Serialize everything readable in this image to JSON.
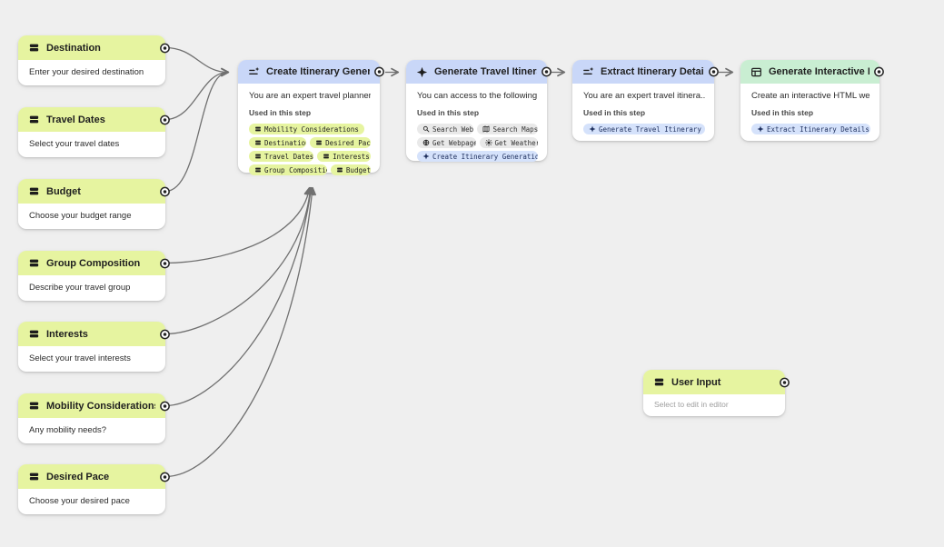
{
  "labels": {
    "used_in_step": "Used in this step"
  },
  "colors": {
    "canvas_bg": "#efefef",
    "input_header": "#e6f4a0",
    "prompt_header": "#c9d7f8",
    "output_header": "#c9eed2",
    "chip_input_bg": "#e6f4a0",
    "chip_tool_bg": "#e9e9e9",
    "chip_step_bg": "#d5e2fb",
    "edge": "#707070"
  },
  "nodes": [
    {
      "title": "Destination",
      "desc": "Enter your desired destination"
    },
    {
      "title": "Travel Dates",
      "desc": "Select your travel dates"
    },
    {
      "title": "Budget",
      "desc": "Choose your budget range"
    },
    {
      "title": "Group Composition",
      "desc": "Describe your travel group"
    },
    {
      "title": "Interests",
      "desc": "Select your travel interests"
    },
    {
      "title": "Mobility Considerations",
      "desc": "Any mobility needs?"
    },
    {
      "title": "Desired Pace",
      "desc": "Choose your desired pace"
    },
    {
      "title": "Create Itinerary Generation P...",
      "desc": "You are an expert travel planner...",
      "chips": [
        {
          "label": "Mobility Considerations",
          "icon": "dataset-icon"
        },
        {
          "label": "Destination",
          "icon": "dataset-icon"
        },
        {
          "label": "Desired Pace",
          "icon": "dataset-icon"
        },
        {
          "label": "Travel Dates",
          "icon": "dataset-icon"
        },
        {
          "label": "Interests",
          "icon": "dataset-icon"
        },
        {
          "label": "Group Composition",
          "icon": "dataset-icon"
        },
        {
          "label": "Budget",
          "icon": "dataset-icon"
        }
      ]
    },
    {
      "title": "Generate Travel Itinerary",
      "desc": "You can access to the following...",
      "chips": [
        {
          "label": "Search Web",
          "icon": "search-icon"
        },
        {
          "label": "Search Maps",
          "icon": "map-icon"
        },
        {
          "label": "Get Webpage",
          "icon": "globe-icon"
        },
        {
          "label": "Get Weather",
          "icon": "sun-icon"
        },
        {
          "label": "Create Itinerary Generation Pr...",
          "icon": "sparkle-icon"
        }
      ]
    },
    {
      "title": "Extract Itinerary Details",
      "desc": "You are an expert travel itinera...",
      "chips": [
        {
          "label": "Generate Travel Itinerary",
          "icon": "sparkle-icon"
        }
      ]
    },
    {
      "title": "Generate Interactive Itinerary...",
      "desc": "Create an interactive HTML webpa...",
      "chips": [
        {
          "label": "Extract Itinerary Details",
          "icon": "sparkle-icon"
        }
      ]
    },
    {
      "title": "User Input",
      "desc": "Select to edit in editor"
    }
  ]
}
